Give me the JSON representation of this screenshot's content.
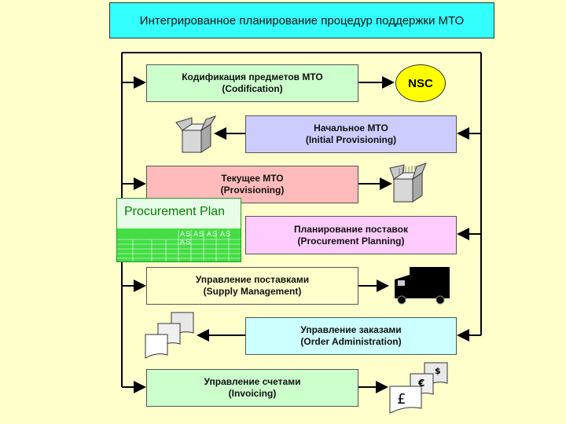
{
  "title": "Интегрированное планирование процедур поддержки  МТО",
  "boxes": {
    "codification": {
      "ru": "Кодификация предметов МТО",
      "en": "(Codification)"
    },
    "initial": {
      "ru": "Начальное  МТО",
      "en": "(Initial Provisioning)"
    },
    "provisioning": {
      "ru": "Текущее МТО",
      "en": "(Provisioning)"
    },
    "procurement": {
      "ru": "Планирование поставок",
      "en": "(Procurement  Planning)"
    },
    "supply": {
      "ru": "Управление поставками",
      "en": "(Supply Management)"
    },
    "order": {
      "ru": "Управление заказами",
      "en": "(Order Administration)"
    },
    "invoicing": {
      "ru": "Управление счетами",
      "en": "(Invoicing)"
    }
  },
  "nsc": "NSC",
  "procurement_plan": {
    "title": "Procurement Plan",
    "columns": "AS AS AS AS AS"
  },
  "icons": [
    "nsc-ellipse",
    "open-box-icon",
    "open-box-icon",
    "spreadsheet-image",
    "truck-icon",
    "documents-icon",
    "currency-documents-icon"
  ],
  "colors": {
    "background": "#ffffcc",
    "title": "#33ffff",
    "codification": "#ccffcc",
    "initial": "#ccccff",
    "provisioning": "#ffbbbb",
    "procurement": "#ffccff",
    "supply": "#ffffcc",
    "order": "#ccffff",
    "invoicing": "#ccffcc"
  }
}
